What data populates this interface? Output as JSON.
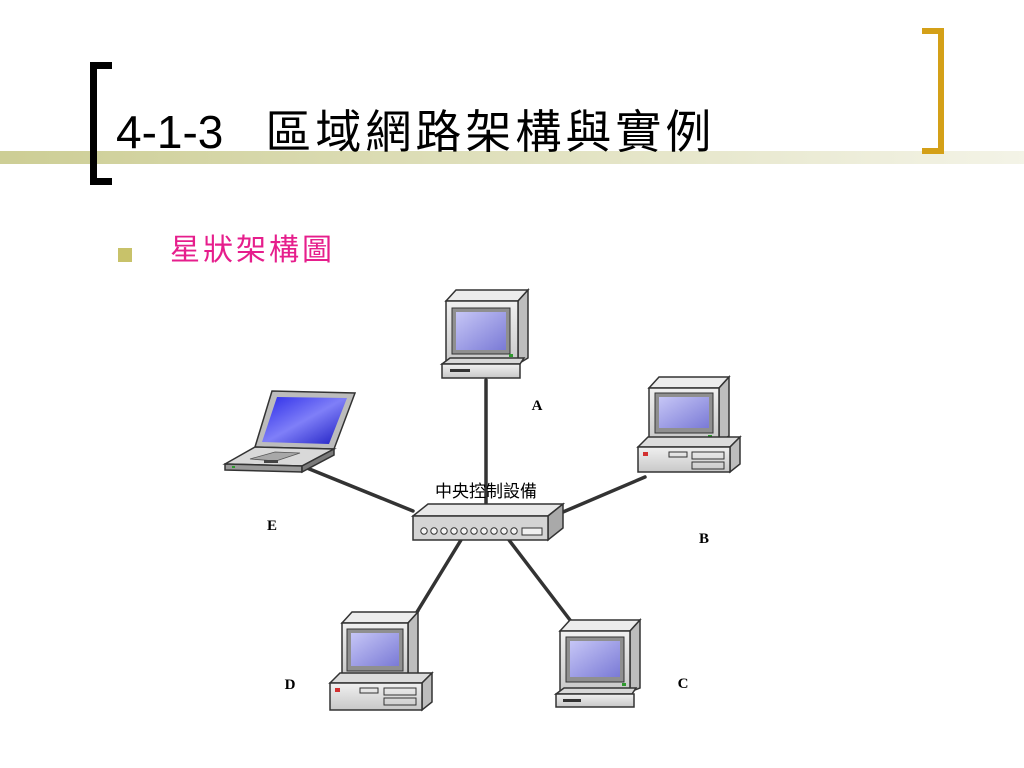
{
  "slide": {
    "title_number": "4-1-3",
    "title_text": "區域網路架構與實例",
    "bullet": "星狀架構圖",
    "accent_colors": {
      "title_bar": "#cbcc90",
      "left_bracket": "#000000",
      "right_bracket": "#d4a018",
      "bullet_square": "#c8c26a",
      "bullet_text": "#e61e8c"
    }
  },
  "diagram": {
    "hub_label": "中央控制設備",
    "nodes": [
      {
        "id": "A",
        "label": "A",
        "device": "computer-monitor"
      },
      {
        "id": "B",
        "label": "B",
        "device": "desktop-computer"
      },
      {
        "id": "C",
        "label": "C",
        "device": "computer-monitor"
      },
      {
        "id": "D",
        "label": "D",
        "device": "desktop-computer"
      },
      {
        "id": "E",
        "label": "E",
        "device": "laptop"
      }
    ],
    "connections": [
      {
        "from": "hub",
        "to": "A"
      },
      {
        "from": "hub",
        "to": "B"
      },
      {
        "from": "hub",
        "to": "C"
      },
      {
        "from": "hub",
        "to": "D"
      },
      {
        "from": "hub",
        "to": "E"
      }
    ]
  }
}
